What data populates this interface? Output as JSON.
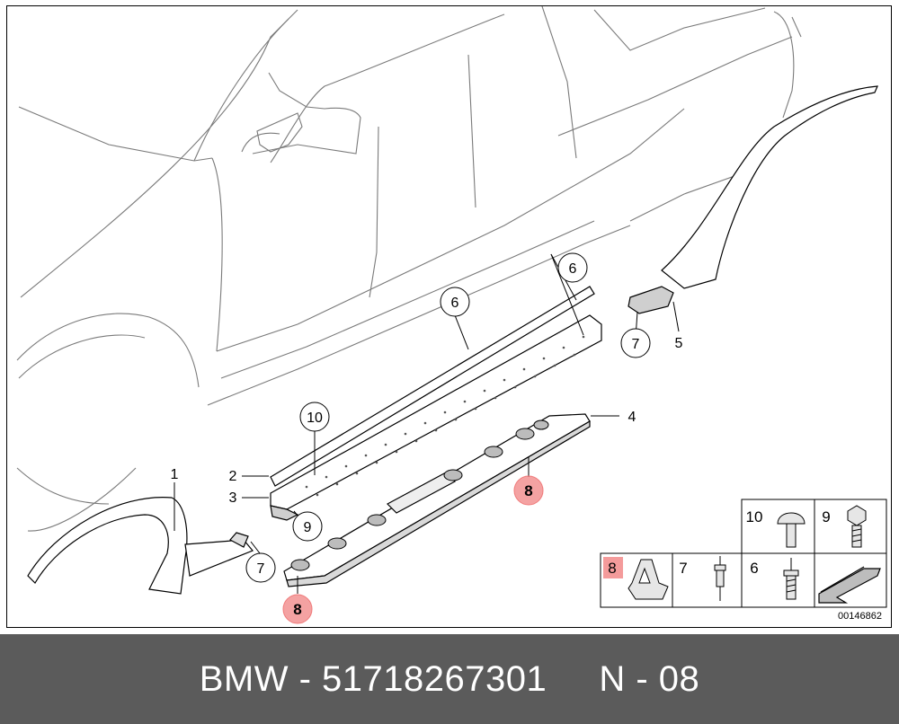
{
  "diagram": {
    "callouts": {
      "c1": "1",
      "c2": "2",
      "c3": "3",
      "c4": "4",
      "c5": "5",
      "c6a": "6",
      "c6b": "6",
      "c7a": "7",
      "c7b": "7",
      "c8a": "8",
      "c8b": "8",
      "c9": "9",
      "c10": "10"
    },
    "legend": {
      "l10": "10",
      "l9": "9",
      "l8": "8",
      "l7": "7",
      "l6": "6"
    },
    "drawing_code": "00146862",
    "highlight_color": "#f07a7a"
  },
  "footer": {
    "text": "BMW - 51718267301     N - 08"
  }
}
